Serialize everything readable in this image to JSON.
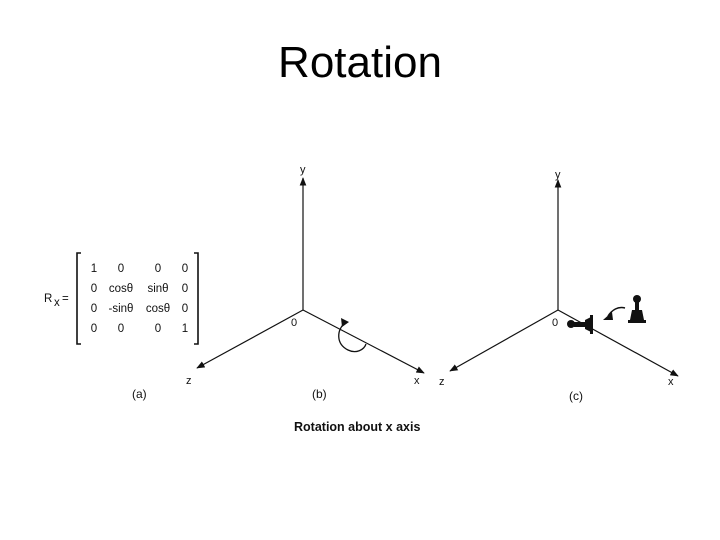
{
  "slide": {
    "title": "Rotation"
  },
  "matrix": {
    "label": "R",
    "label_sub": "x",
    "equals": "=",
    "rows": [
      [
        "1",
        "0",
        "0",
        "0"
      ],
      [
        "0",
        "cosθ",
        "sinθ",
        "0"
      ],
      [
        "0",
        "-sinθ",
        "cosθ",
        "0"
      ],
      [
        "0",
        "0",
        "0",
        "1"
      ]
    ]
  },
  "panel_b": {
    "y_label": "y",
    "x_label": "x",
    "z_label": "z",
    "origin_label": "0",
    "rotation_arrow_icon": "curved-rotation-arrow-icon"
  },
  "panel_c": {
    "y_label": "y",
    "x_label": "x",
    "z_label": "z",
    "origin_label": "0",
    "objects": [
      "pawn-icon",
      "pawn-icon"
    ]
  },
  "captions": {
    "a": "(a)",
    "b": "(b)",
    "c": "(c)",
    "main": "Rotation about x axis"
  },
  "colors": {
    "ink": "#111111",
    "background": "#ffffff"
  }
}
